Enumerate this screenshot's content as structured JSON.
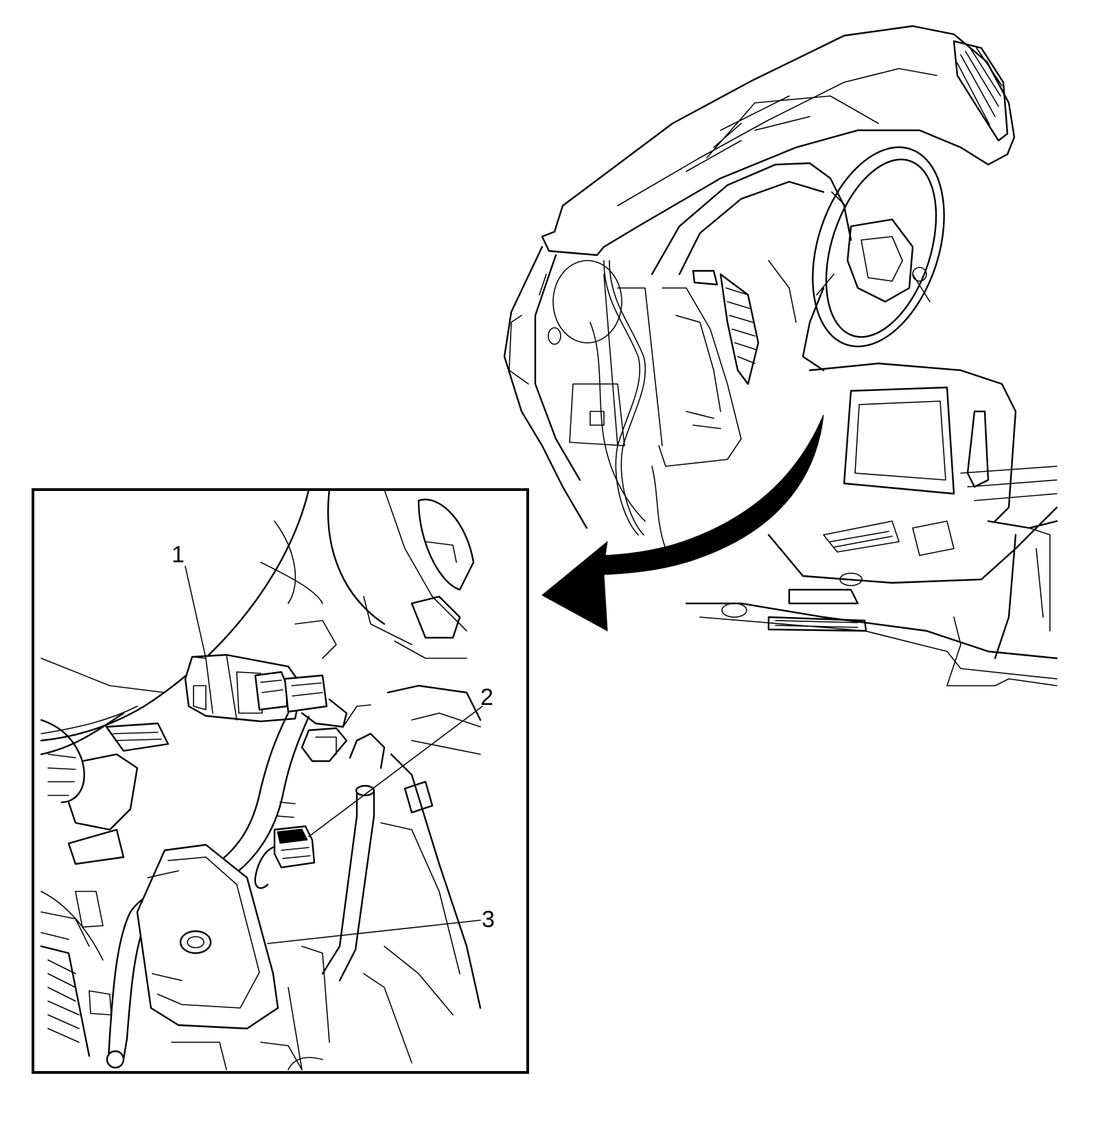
{
  "figure": {
    "callouts": [
      {
        "id": "1",
        "label": "1"
      },
      {
        "id": "2",
        "label": "2"
      },
      {
        "id": "3",
        "label": "3"
      }
    ],
    "detail_arrow": {
      "direction": "to-inset"
    },
    "colors": {
      "line": "#000000",
      "background": "#ffffff"
    }
  }
}
